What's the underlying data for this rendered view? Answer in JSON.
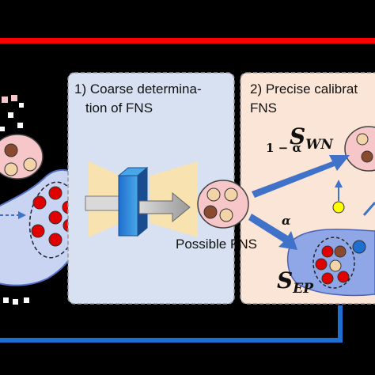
{
  "panels": {
    "coarse": {
      "line1": "1) Coarse determina-",
      "line2": "tion of FNS"
    },
    "precise": {
      "line1": "2) Precise calibrat",
      "line2": "FNS"
    }
  },
  "labels": {
    "possible_fns": "Possible FNS",
    "one_minus_alpha": "1 − α",
    "alpha": "α",
    "s_main": "S",
    "s_wn_sub": "WN",
    "s_ep_sub": "EP"
  },
  "colors": {
    "red_line": "#ff0000",
    "blue_line": "#1e6fd1",
    "coarse_panel_bg": "#d7e1f2",
    "precise_panel_bg": "#fbe5d6",
    "sample_cluster_fill": "#f6c6c8",
    "sample_brown": "#8a4a2f",
    "sample_tan": "#f3d3a8",
    "red_dot": "#e00000",
    "arrow_blue": "#3f72c8",
    "yellow_dot": "#ffff00",
    "blue_dot": "#1f6fd0"
  }
}
